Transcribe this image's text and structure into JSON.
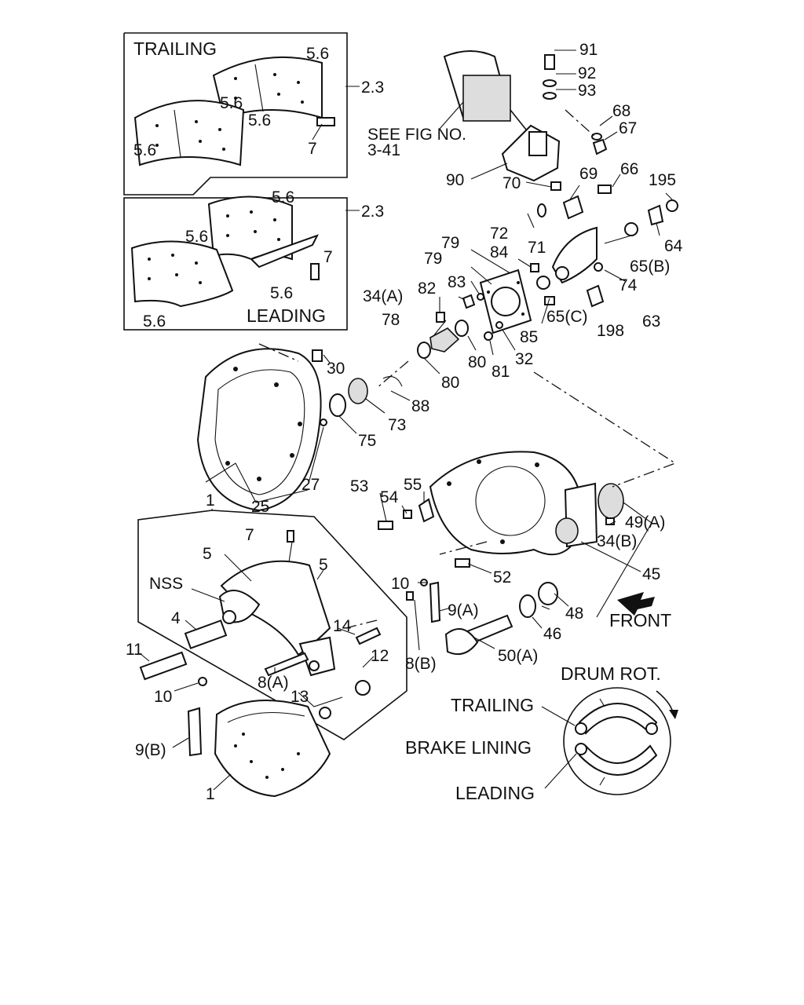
{
  "insets": {
    "trailing_title": "TRAILING",
    "leading_title": "LEADING",
    "ref_top": "2.3",
    "ref_bottom": "2.3",
    "lining_label": "5.6",
    "rivet_label": "7"
  },
  "fig_ref": {
    "line1": "SEE FIG NO.",
    "line2": "3-41"
  },
  "callouts": {
    "p91": "91",
    "p92": "92",
    "p93": "93",
    "p68": "68",
    "p67": "67",
    "p90": "90",
    "p70": "70",
    "p69": "69",
    "p66": "66",
    "p195": "195",
    "p72": "72",
    "p71": "71",
    "p64": "64",
    "p79a": "79",
    "p79b": "79",
    "p84": "84",
    "p65b": "65(B)",
    "p74": "74",
    "p34a": "34(A)",
    "p82": "82",
    "p83": "83",
    "p78": "78",
    "p65c": "65(C)",
    "p198": "198",
    "p63": "63",
    "p85": "85",
    "p80a": "80",
    "p81": "81",
    "p32": "32",
    "p80b": "80",
    "p30": "30",
    "p88": "88",
    "p73": "73",
    "p75": "75",
    "p27": "27",
    "p25": "25",
    "p1a": "1",
    "p53": "53",
    "p54": "54",
    "p55": "55",
    "p49a": "49(A)",
    "p34b": "34(B)",
    "p7": "7",
    "p5a": "5",
    "p5b": "5",
    "pNSS": "NSS",
    "p10a": "10",
    "p52": "52",
    "p45": "45",
    "p4": "4",
    "p9a": "9(A)",
    "p48": "48",
    "p46": "46",
    "p14": "14",
    "p11": "11",
    "p12": "12",
    "p50a": "50(A)",
    "p8a": "8(A)",
    "p8b": "8(B)",
    "p10b": "10",
    "p13": "13",
    "p9b": "9(B)",
    "p1b": "1"
  },
  "front_label": "FRONT",
  "rotation": {
    "drum_rot": "DRUM ROT.",
    "trailing": "TRAILING",
    "brake_lining": "BRAKE LINING",
    "leading": "LEADING"
  }
}
